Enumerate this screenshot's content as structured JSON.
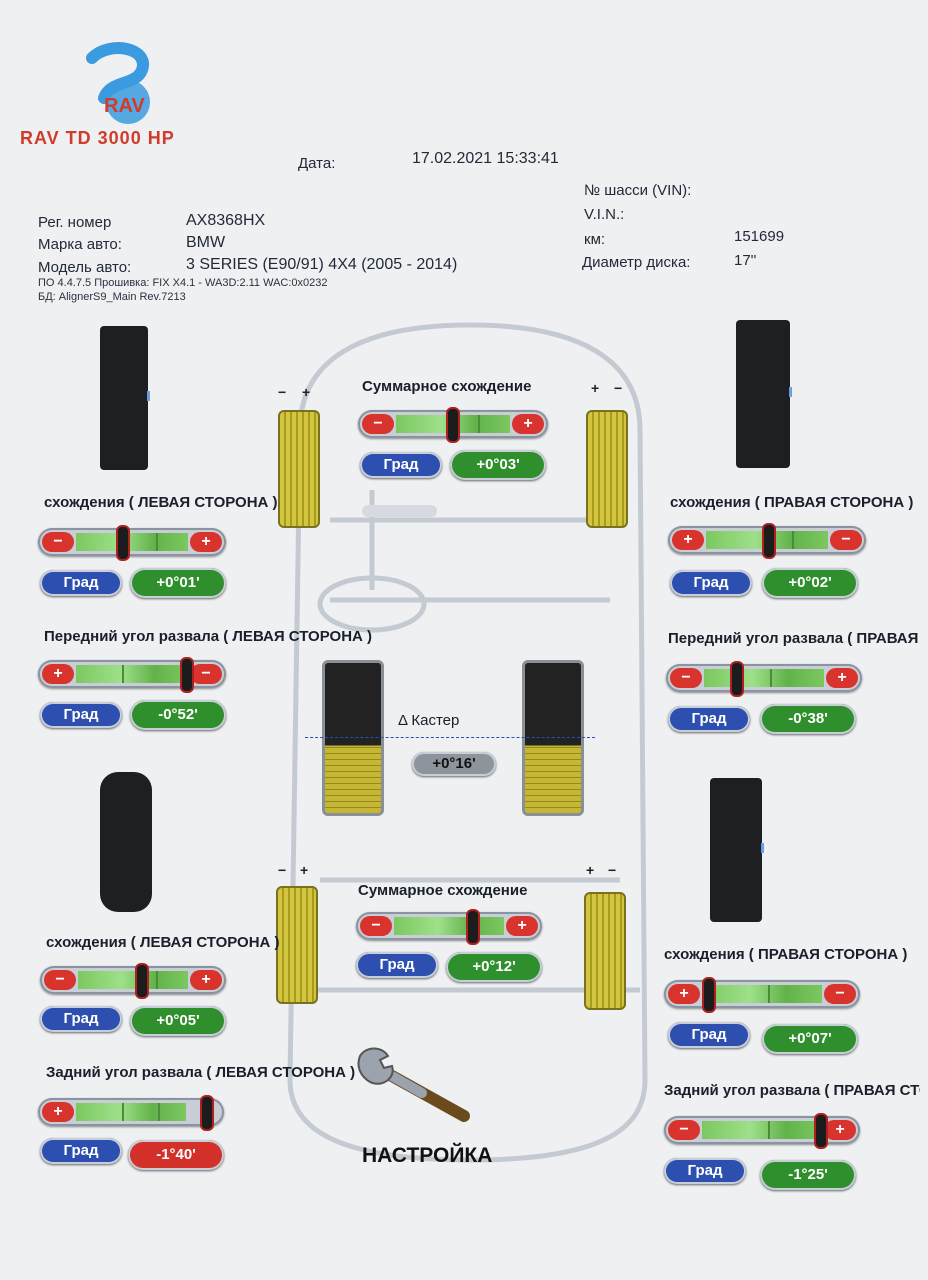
{
  "header": {
    "brand": "RAV TD 3000 HP",
    "logo_text": "RAV",
    "date_label": "Дата:",
    "date_value": "17.02.2021  15:33:41"
  },
  "vehicle": {
    "reg_label": "Рег. номер",
    "reg_value": "AX8368HX",
    "make_label": "Марка авто:",
    "make_value": "BMW",
    "model_label": "Модель авто:",
    "model_value": "3 SERIES (E90/91) 4X4 (2005 - 2014)",
    "vin_label": "№ шасси (VIN):",
    "vin_label2": "V.I.N.:",
    "km_label": "км:",
    "km_value": "151699",
    "rim_label": "Диаметр диска:",
    "rim_value": "17''",
    "software_line": "ПО 4.4.7.5  Прошивка: FIX X4.1 - WA3D:2.11 WAC:0x0232",
    "db_line": "БД: AlignerS9_Main Rev.7213"
  },
  "common": {
    "grad_label": "Град",
    "plus": "+",
    "minus": "−",
    "setup_label": "НАСТРОЙКА",
    "caster_label": "Δ Кастер",
    "caster_value": "+0°16'"
  },
  "front": {
    "total_toe_title": "Суммарное схождение",
    "total_toe_value": "+0°03'",
    "left_toe_title": "схождения ( ЛЕВАЯ СТОРОНА )",
    "left_toe_value": "+0°01'",
    "right_toe_title": "схождения ( ПРАВАЯ СТОРОНА )",
    "right_toe_value": "+0°02'",
    "left_camber_title": "Передний угол развала ( ЛЕВАЯ СТОРОНА )",
    "left_camber_value": "-0°52'",
    "right_camber_title": "Передний угол развала ( ПРАВАЯ СТОРОНА )",
    "right_camber_value": "-0°38'"
  },
  "rear": {
    "total_toe_title": "Суммарное схождение",
    "total_toe_value": "+0°12'",
    "left_toe_title": "схождения ( ЛЕВАЯ СТОРОНА )",
    "left_toe_value": "+0°05'",
    "right_toe_title": "схождения ( ПРАВАЯ СТОРОНА )",
    "right_toe_value": "+0°07'",
    "left_camber_title": "Задний угол развала ( ЛЕВАЯ СТОРОНА )",
    "left_camber_value": "-1°40'",
    "right_camber_title": "Задний угол развала ( ПРАВАЯ СТОРОНА )",
    "right_camber_value": "-1°25'"
  },
  "colors": {
    "in_tolerance": "#2f8f2c",
    "out_of_tolerance": "#d4302a",
    "grad_button": "#2c4fb0",
    "brand": "#d23a2a"
  }
}
